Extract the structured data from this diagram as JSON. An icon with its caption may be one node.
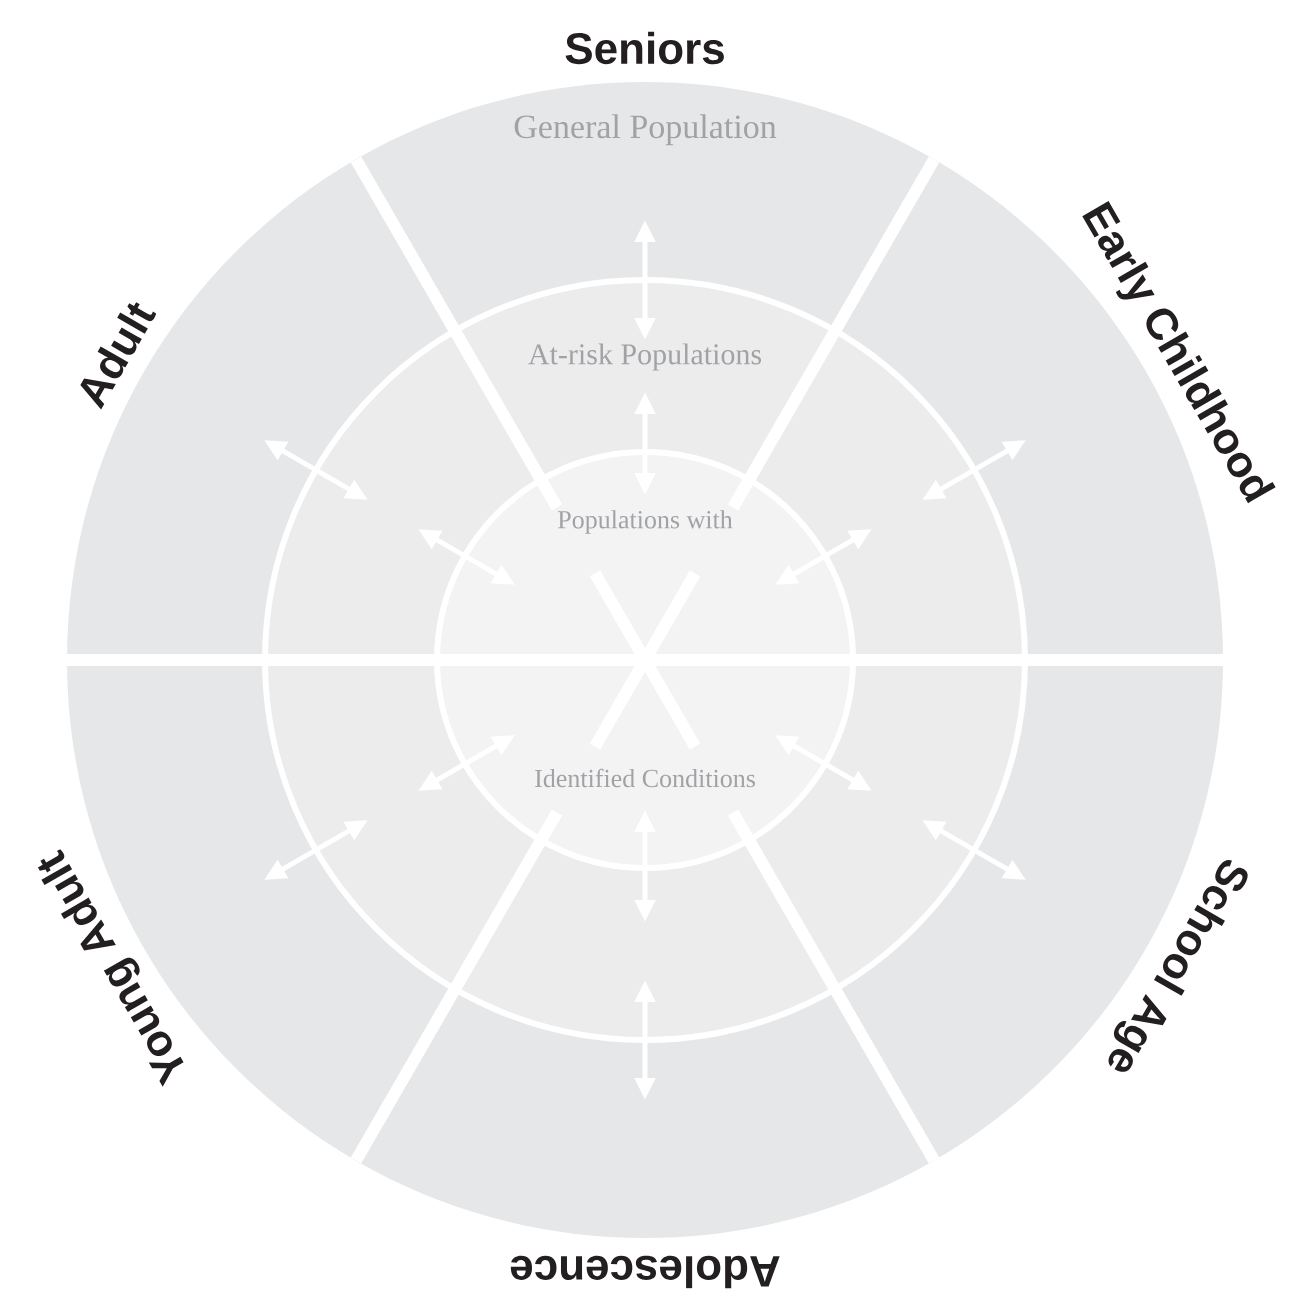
{
  "diagram": {
    "nodes": [
      {
        "text": [
          "General Population"
        ]
      },
      {
        "text": [
          "At-risk Populations"
        ],
        "in": 0
      },
      {
        "text": [
          "Populations with",
          "Identified Conditions"
        ],
        "in": 1
      }
    ],
    "labels": [
      "Seniors",
      "Adult",
      "Early Childhood",
      "Young Adult",
      "School Age",
      "Adolescence"
    ]
  }
}
